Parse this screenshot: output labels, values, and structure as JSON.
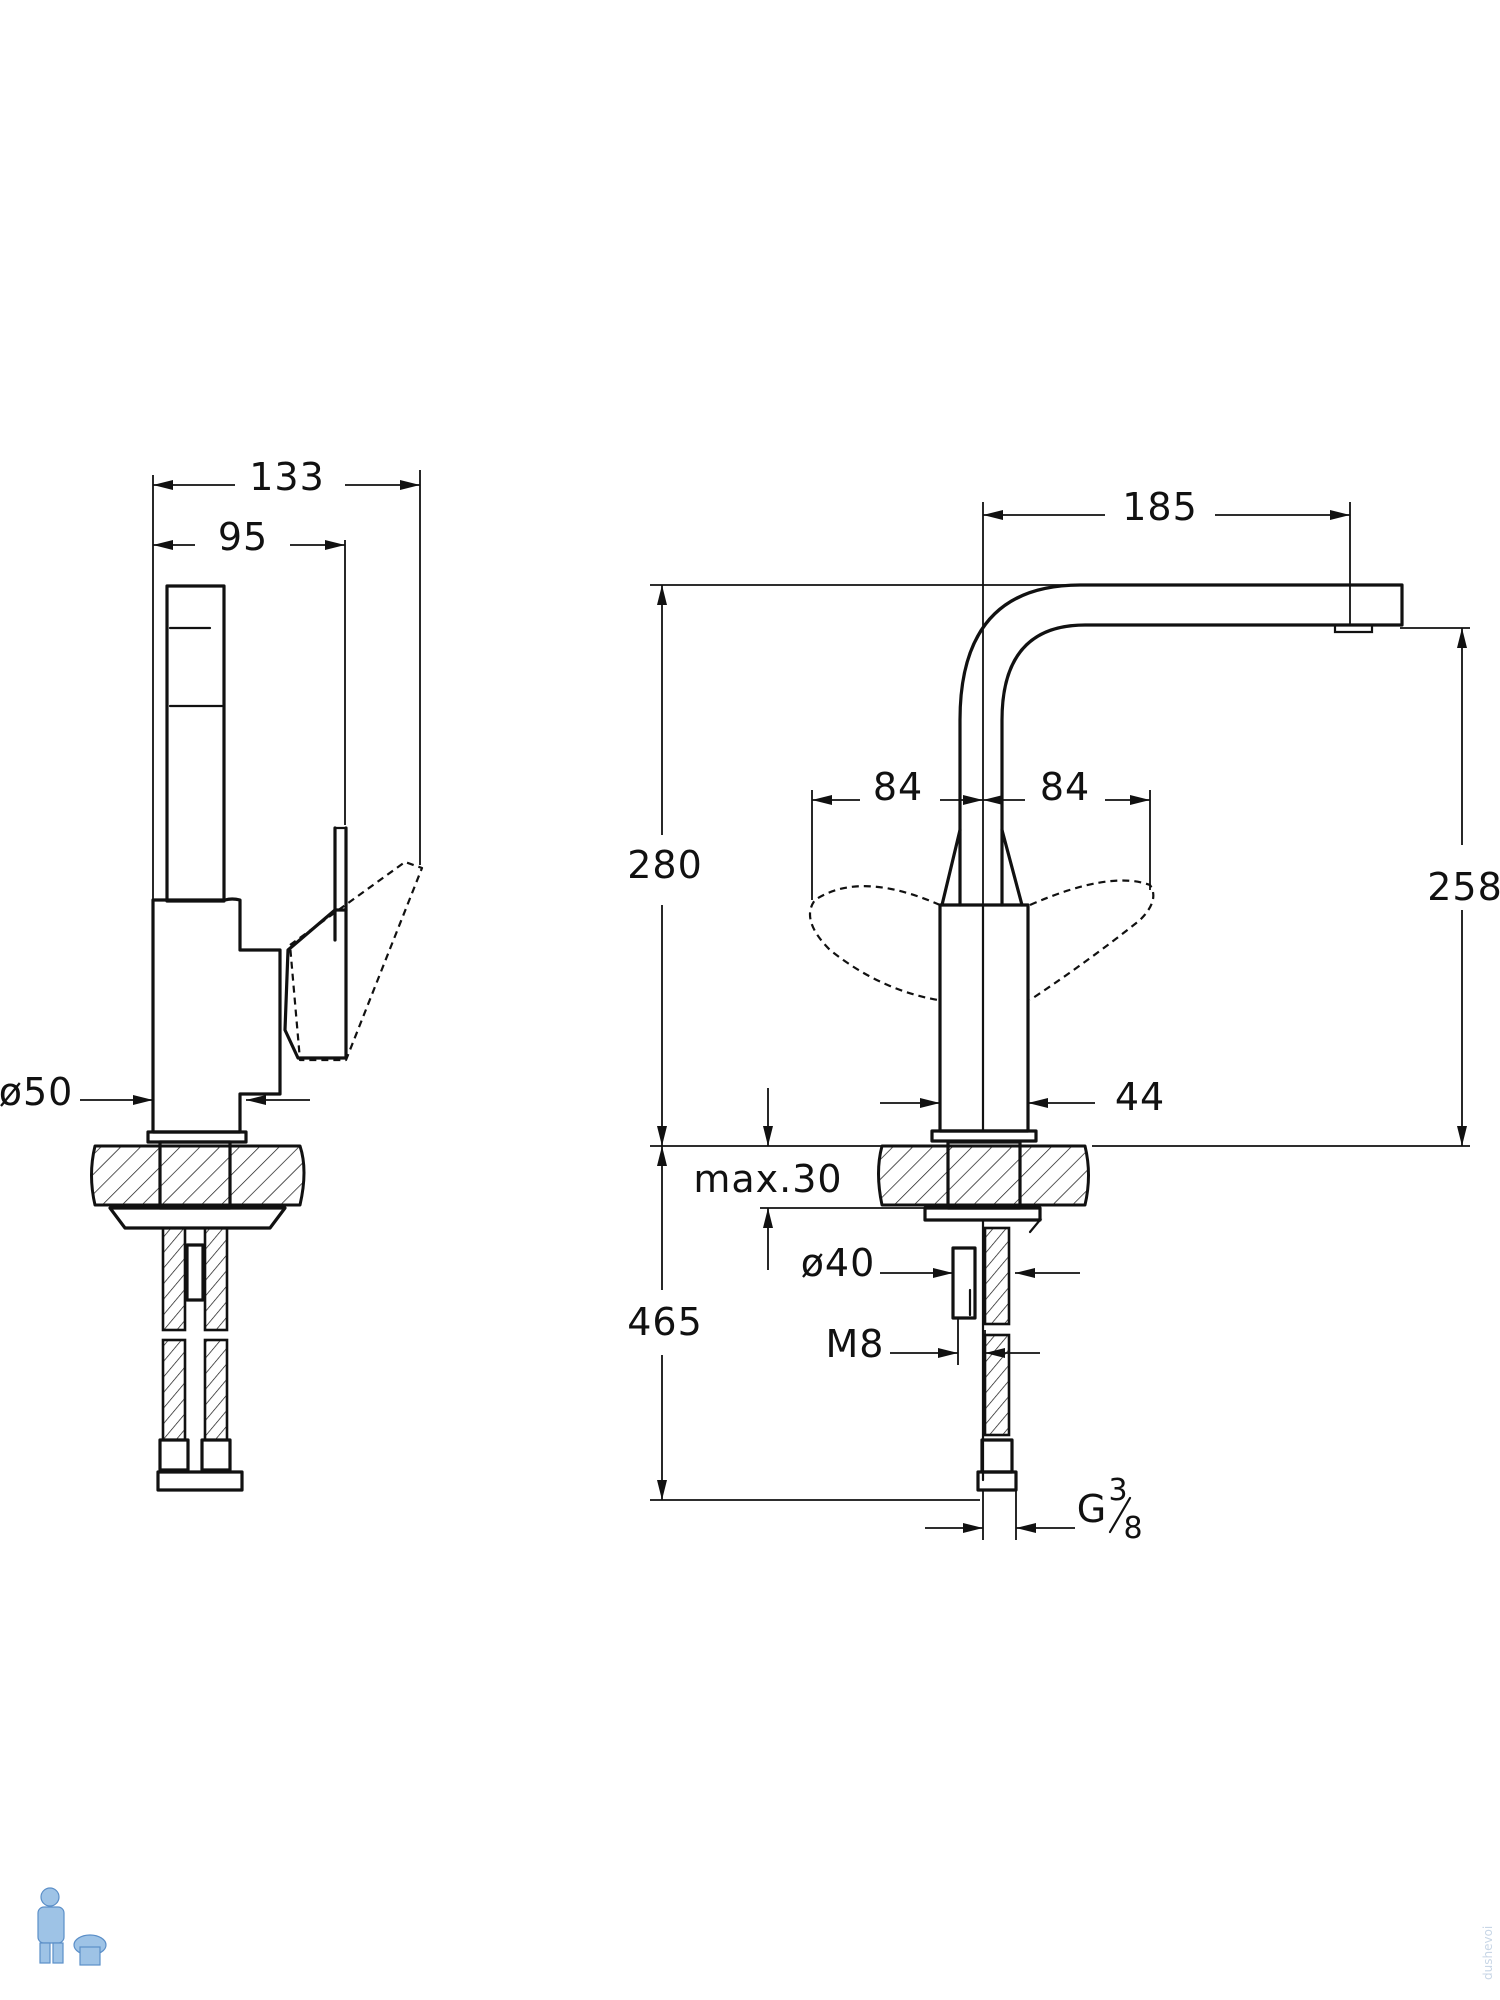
{
  "side_view": {
    "dimensions": {
      "overall_depth": "133",
      "spout_depth": "95",
      "body_diameter": "ø50"
    }
  },
  "front_view": {
    "dimensions": {
      "spout_reach": "185",
      "height": "280",
      "outlet_height": "258",
      "handle_swing_left": "84",
      "handle_swing_right": "84",
      "body_width": "44",
      "max_deck_thickness": "max.30",
      "mounting_hole": "ø40",
      "stud_thread": "M8",
      "hose_length": "465",
      "connection_main": "G",
      "connection_num": "3",
      "connection_den": "8"
    }
  },
  "watermark": {
    "vertical_text": "dushevoi"
  },
  "colors": {
    "line": "#111111",
    "background": "#ffffff",
    "logo": "#9ec3e6"
  }
}
